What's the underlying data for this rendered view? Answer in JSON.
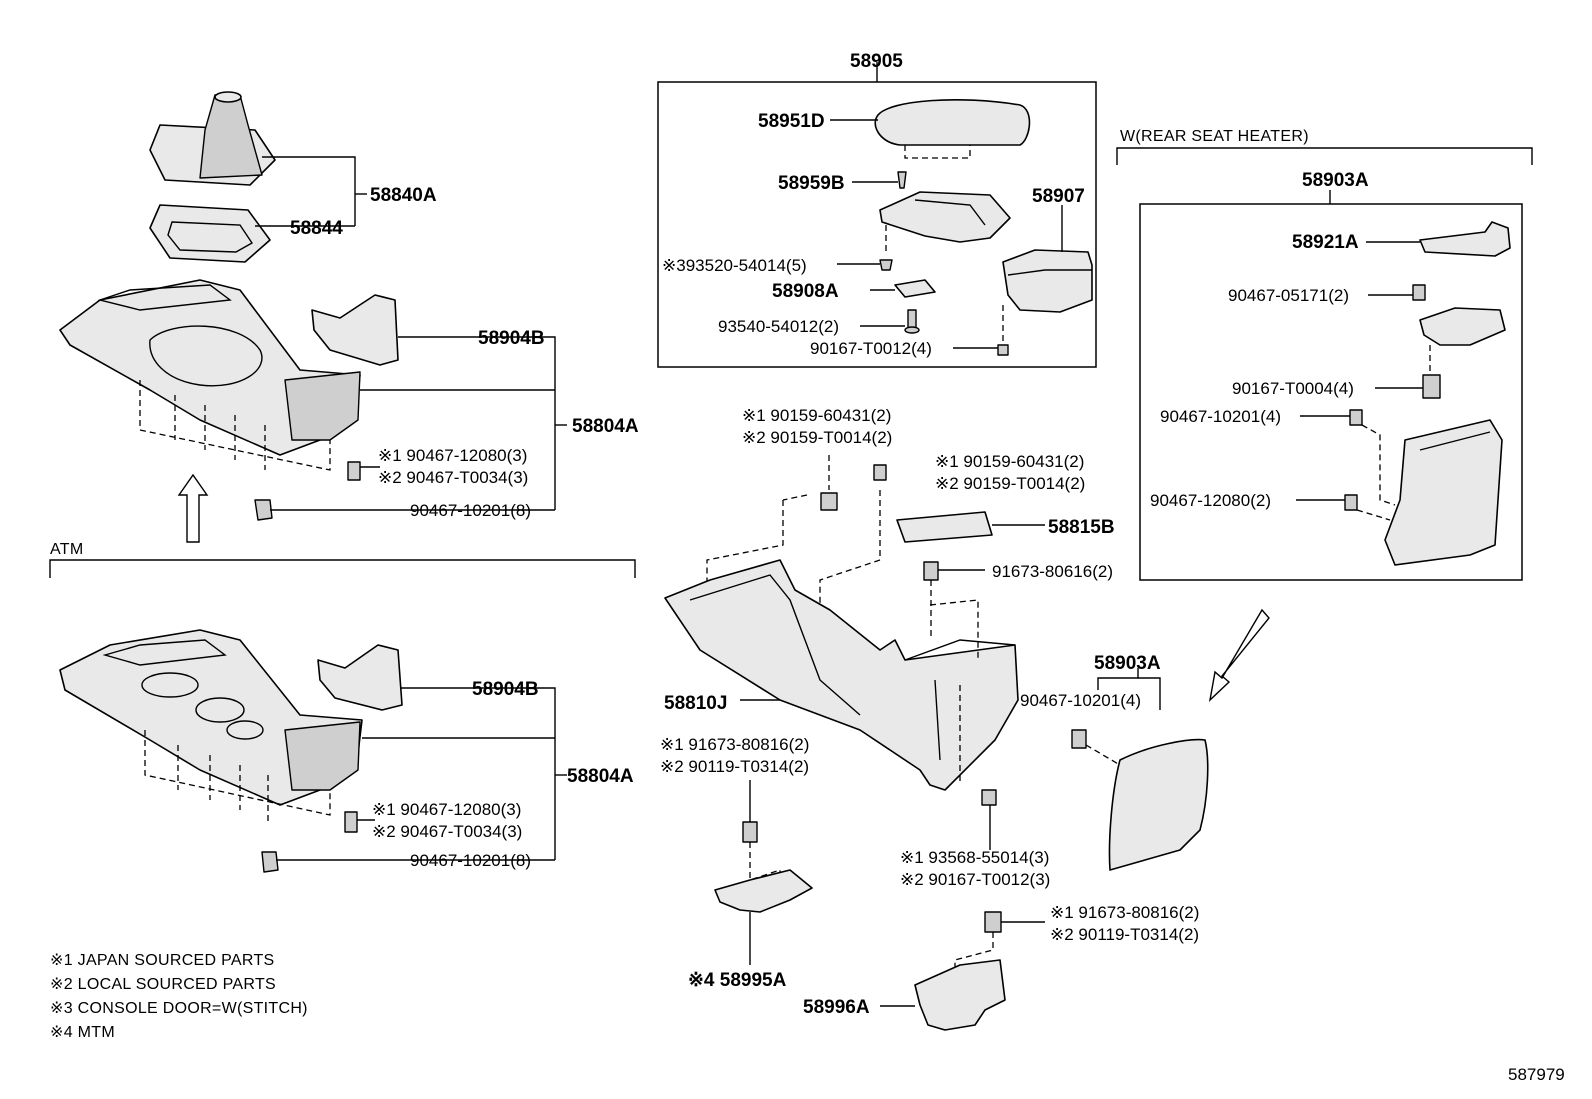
{
  "figure_code": "587979",
  "sections": {
    "atm": "ATM",
    "rear_seat_heater": "W(REAR SEAT HEATER)"
  },
  "parts": {
    "p58905": "58905",
    "p58951D": "58951D",
    "p58959B": "58959B",
    "p58907": "58907",
    "p93520_54014": "※393520-54014(5)",
    "p58908A": "58908A",
    "p93540_54012": "93540-54012(2)",
    "p90167_T0012_4": "90167-T0012(4)",
    "p58840A": "58840A",
    "p58844": "58844",
    "p58904B_top": "58904B",
    "p58804A_top": "58804A",
    "p90467_12080_top": "※1 90467-12080(3)",
    "p90467_T0034_top": "※2 90467-T0034(3)",
    "p90467_10201_top": "90467-10201(8)",
    "p58904B_bot": "58904B",
    "p58804A_bot": "58804A",
    "p90467_12080_bot": "※1 90467-12080(3)",
    "p90467_T0034_bot": "※2 90467-T0034(3)",
    "p90467_10201_bot": "90467-10201(8)",
    "p90159_60431_a": "※1 90159-60431(2)",
    "p90159_T0014_a": "※2 90159-T0014(2)",
    "p90159_60431_b": "※1 90159-60431(2)",
    "p90159_T0014_b": "※2 90159-T0014(2)",
    "p58815B": "58815B",
    "p91673_80616": "91673-80616(2)",
    "p58810J": "58810J",
    "p91673_80816_a": "※1 91673-80816(2)",
    "p90119_T0314_a": "※2 90119-T0314(2)",
    "p93568_55014": "※1 93568-55014(3)",
    "p90167_T0012_3": "※2 90167-T0012(3)",
    "p58995A": "※4 58995A",
    "p91673_80816_b": "※1 91673-80816(2)",
    "p90119_T0314_b": "※2 90119-T0314(2)",
    "p58996A": "58996A",
    "p58903A_top": "58903A",
    "p58921A": "58921A",
    "p90467_05171": "90467-05171(2)",
    "p90167_T0004": "90167-T0004(4)",
    "p90467_10201_4a": "90467-10201(4)",
    "p90467_12080_2": "90467-12080(2)",
    "p58903A_bot": "58903A",
    "p90467_10201_4b": "90467-10201(4)"
  },
  "notes": [
    "※1 JAPAN SOURCED PARTS",
    "※2 LOCAL SOURCED PARTS",
    "※3 CONSOLE DOOR=W(STITCH)",
    "※4 MTM"
  ]
}
